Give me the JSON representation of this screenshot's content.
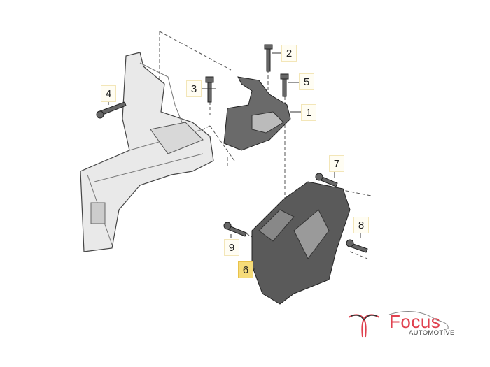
{
  "callouts": [
    {
      "number": "1"
    },
    {
      "number": "2"
    },
    {
      "number": "3"
    },
    {
      "number": "4"
    },
    {
      "number": "5"
    },
    {
      "number": "6"
    },
    {
      "number": "7"
    },
    {
      "number": "8"
    },
    {
      "number": "9"
    }
  ],
  "highlighted_part": "6",
  "logo": {
    "brand": "Focus",
    "subtitle": "AUTOMOTIVE"
  },
  "colors": {
    "highlight": "#f6dc7a",
    "brand": "#e0414f"
  }
}
